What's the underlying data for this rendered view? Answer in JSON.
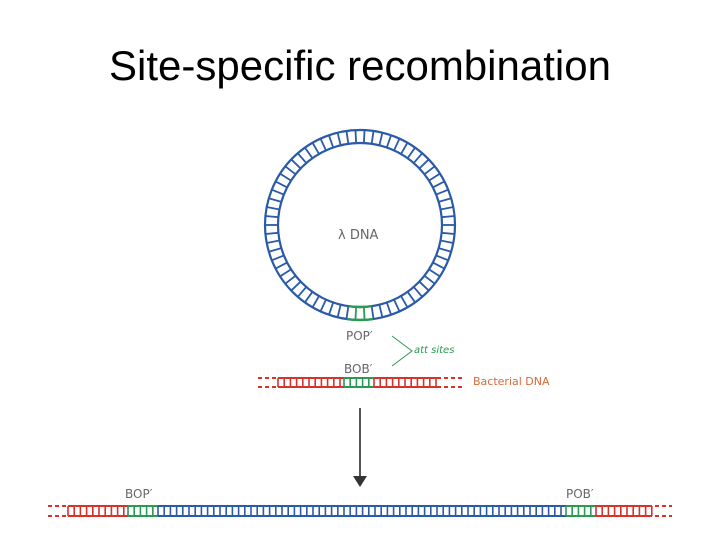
{
  "slide": {
    "title": "Site-specific recombination"
  },
  "diagram": {
    "lambda_label": "λ DNA",
    "pop_label": "POP′",
    "att_label": "att sites",
    "bob_label": "BOB′",
    "bacterial_label": "Bacterial DNA",
    "bop_label": "BOP′",
    "pob_label": "POB′"
  },
  "colors": {
    "phage_blue": "#2a5aa8",
    "bacterial_red": "#d8322a",
    "att_green": "#2a9a54",
    "arrow_gray": "#555555",
    "label_gray": "#666666",
    "bacterial_label_red": "#d46a3a"
  }
}
